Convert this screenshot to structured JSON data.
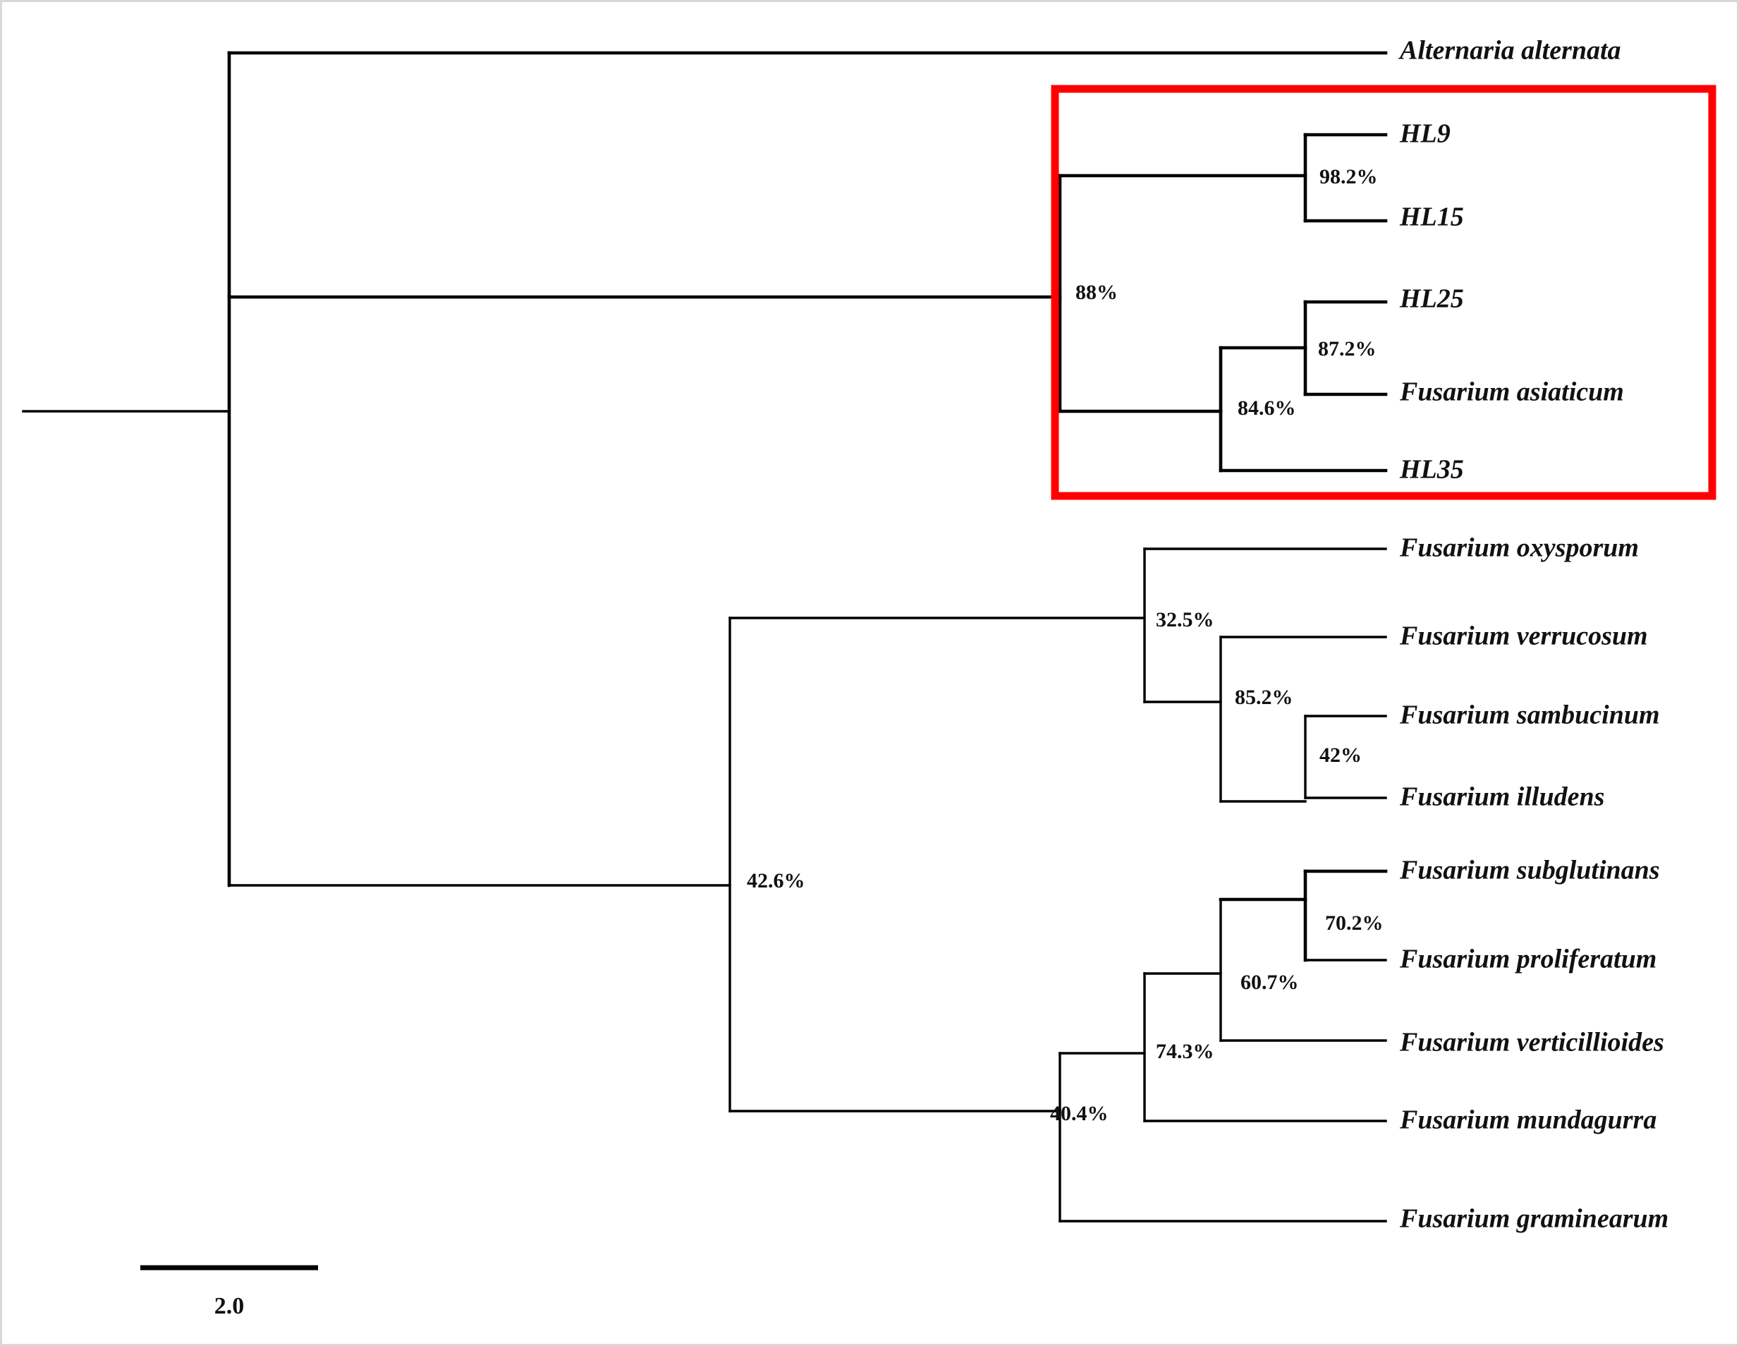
{
  "figure": {
    "kind": "phylogenetic-tree",
    "orientation": "rectangular-horizontal",
    "background_color": "#ffffff",
    "branch_color": "#000000",
    "highlight_color": "#ff0000"
  },
  "chart_data": {
    "type": "tree",
    "title": "",
    "xlabel": "",
    "ylabel": "",
    "scale_bar": {
      "label": "2.0",
      "units": "substitutions per site"
    },
    "highlight": {
      "color": "#ff0000",
      "members": [
        "HL9",
        "HL15",
        "HL25",
        "Fusarium asiaticum",
        "HL35"
      ]
    },
    "taxa": [
      {
        "id": "t1",
        "label": "Alternaria alternata",
        "row": 0
      },
      {
        "id": "t2",
        "label": "HL9",
        "row": 1
      },
      {
        "id": "t3",
        "label": "HL15",
        "row": 2
      },
      {
        "id": "t4",
        "label": "HL25",
        "row": 3
      },
      {
        "id": "t5",
        "label": "Fusarium asiaticum",
        "row": 4
      },
      {
        "id": "t6",
        "label": "HL35",
        "row": 5
      },
      {
        "id": "t7",
        "label": "Fusarium oxysporum",
        "row": 6
      },
      {
        "id": "t8",
        "label": "Fusarium verrucosum",
        "row": 7
      },
      {
        "id": "t9",
        "label": "Fusarium sambucinum",
        "row": 8
      },
      {
        "id": "t10",
        "label": "Fusarium illudens",
        "row": 9
      },
      {
        "id": "t11",
        "label": "Fusarium subglutinans",
        "row": 10
      },
      {
        "id": "t12",
        "label": "Fusarium proliferatum",
        "row": 11
      },
      {
        "id": "t13",
        "label": "Fusarium verticillioides",
        "row": 12
      },
      {
        "id": "t14",
        "label": "Fusarium mundagurra",
        "row": 13
      },
      {
        "id": "t15",
        "label": "Fusarium graminearum",
        "row": 14
      }
    ],
    "support_values": [
      {
        "id": "n1",
        "label": "98.2%",
        "clade": [
          "HL9",
          "HL15"
        ]
      },
      {
        "id": "n2",
        "label": "88%",
        "clade": [
          "HL9",
          "HL15",
          "HL25",
          "Fusarium asiaticum",
          "HL35"
        ]
      },
      {
        "id": "n3",
        "label": "87.2%",
        "clade": [
          "HL25",
          "Fusarium asiaticum"
        ]
      },
      {
        "id": "n4",
        "label": "84.6%",
        "clade": [
          "HL25",
          "Fusarium asiaticum",
          "HL35"
        ]
      },
      {
        "id": "n5",
        "label": "32.5%",
        "clade": [
          "Fusarium oxysporum",
          "Fusarium verrucosum",
          "Fusarium sambucinum",
          "Fusarium illudens"
        ]
      },
      {
        "id": "n6",
        "label": "85.2%",
        "clade": [
          "Fusarium verrucosum",
          "Fusarium sambucinum",
          "Fusarium illudens"
        ]
      },
      {
        "id": "n7",
        "label": "42%",
        "clade": [
          "Fusarium sambucinum",
          "Fusarium illudens"
        ]
      },
      {
        "id": "n8",
        "label": "42.6%",
        "clade": [
          "Fusarium oxysporum",
          "Fusarium verrucosum",
          "Fusarium sambucinum",
          "Fusarium illudens",
          "Fusarium subglutinans",
          "Fusarium proliferatum",
          "Fusarium verticillioides",
          "Fusarium mundagurra",
          "Fusarium graminearum"
        ]
      },
      {
        "id": "n9",
        "label": "70.2%",
        "clade": [
          "Fusarium subglutinans",
          "Fusarium proliferatum"
        ]
      },
      {
        "id": "n10",
        "label": "60.7%",
        "clade": [
          "Fusarium subglutinans",
          "Fusarium proliferatum",
          "Fusarium verticillioides"
        ]
      },
      {
        "id": "n11",
        "label": "74.3%",
        "clade": [
          "Fusarium subglutinans",
          "Fusarium proliferatum",
          "Fusarium verticillioides",
          "Fusarium mundagurra"
        ]
      },
      {
        "id": "n12",
        "label": "40.4%",
        "clade": [
          "Fusarium subglutinans",
          "Fusarium proliferatum",
          "Fusarium verticillioides",
          "Fusarium mundagurra",
          "Fusarium graminearum"
        ]
      }
    ]
  }
}
